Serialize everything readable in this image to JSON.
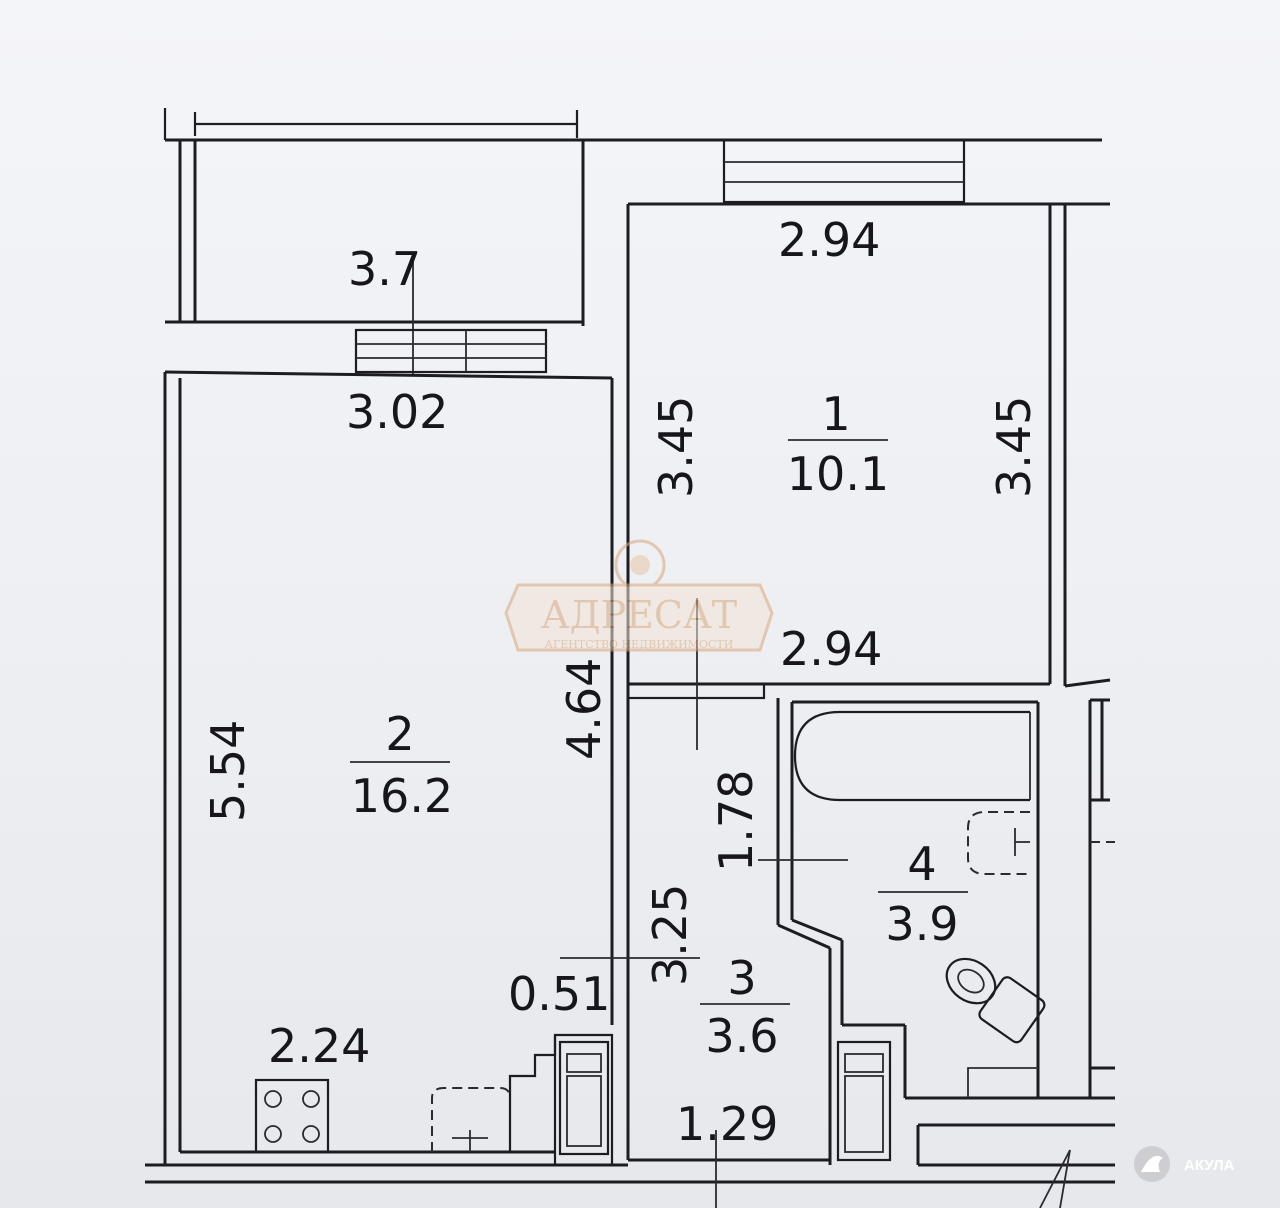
{
  "rooms": [
    {
      "number": "1",
      "area": "10.1"
    },
    {
      "number": "2",
      "area": "16.2"
    },
    {
      "number": "3",
      "area": "3.6"
    },
    {
      "number": "4",
      "area": "3.9"
    }
  ],
  "dimensions": {
    "balcony_width": "3.7",
    "room2_top": "3.02",
    "room1_top": "2.94",
    "room1_bottom": "2.94",
    "room1_left": "3.45",
    "room1_right": "3.45",
    "neighbor_partial": "3.45",
    "room2_left": "5.54",
    "room2_inner": "4.64",
    "corridor_wall": "1.78",
    "corridor_len": "3.25",
    "niche": "0.51",
    "kitchen": "2.24",
    "entrance": "1.29"
  },
  "watermark": {
    "name": "АДРЕСАТ",
    "sub": "АГЕНТСТВО НЕДВИЖИМОСТИ"
  },
  "brand": {
    "name": "АКУЛА"
  },
  "colors": {
    "walls": "#1c1c22",
    "watermark": "#d9a77a",
    "brand_bg": "#c8c8cc"
  }
}
